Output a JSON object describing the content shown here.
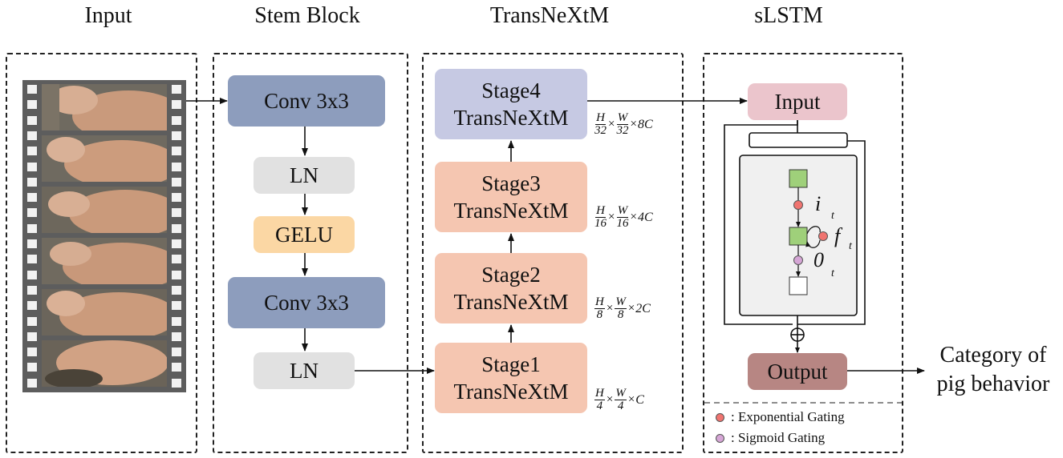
{
  "headers": {
    "input": "Input",
    "stem": "Stem Block",
    "trans": "TransNeXtM",
    "slstm": "sLSTM"
  },
  "stem_blocks": {
    "conv1": "Conv 3x3",
    "ln1": "LN",
    "gelu": "GELU",
    "conv2": "Conv 3x3",
    "ln2": "LN"
  },
  "stages": [
    {
      "line1": "Stage4",
      "line2": "TransNeXtM",
      "dim": {
        "h": "H",
        "hd": "32",
        "w": "W",
        "wd": "32",
        "c": "8C"
      }
    },
    {
      "line1": "Stage3",
      "line2": "TransNeXtM",
      "dim": {
        "h": "H",
        "hd": "16",
        "w": "W",
        "wd": "16",
        "c": "4C"
      }
    },
    {
      "line1": "Stage2",
      "line2": "TransNeXtM",
      "dim": {
        "h": "H",
        "hd": "8",
        "w": "W",
        "wd": "8",
        "c": "2C"
      }
    },
    {
      "line1": "Stage1",
      "line2": "TransNeXtM",
      "dim": {
        "h": "H",
        "hd": "4",
        "w": "W",
        "wd": "4",
        "c": "C"
      }
    }
  ],
  "dim_times": "×",
  "slstm": {
    "input": "Input",
    "output": "Output",
    "gate_i": "i",
    "gate_f": "f",
    "gate_o": "0",
    "gate_sub": "t"
  },
  "legend": {
    "exp": ":  Exponential Gating",
    "sig": ":  Sigmoid Gating"
  },
  "category": {
    "line1": "Category of",
    "line2": "pig behavior"
  },
  "colors": {
    "conv": "#8d9dbd",
    "ln": "#e1e1e1",
    "gelu": "#fbd7a4",
    "stage_low": "#f5c6b1",
    "stage4": "#c6c9e3",
    "slstm_input": "#ebc5cc",
    "slstm_output": "#b78683",
    "green": "#9fd07a",
    "exp_dot": "#f07470",
    "sig_dot": "#d6a6d6"
  }
}
